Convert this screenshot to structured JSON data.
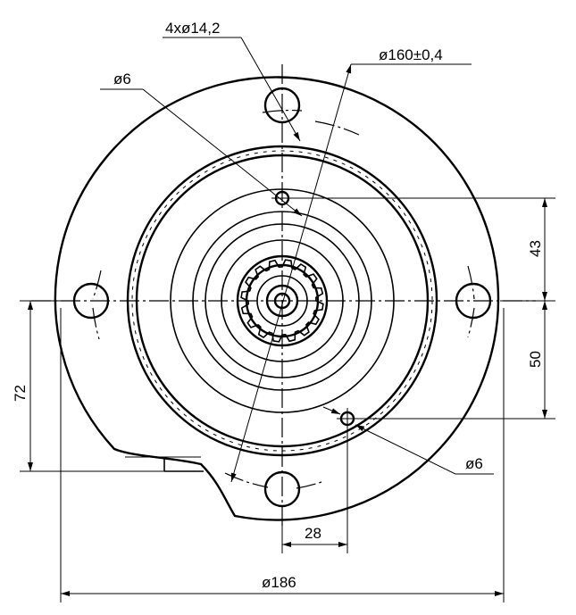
{
  "labels": {
    "bolt_holes": "4xø14,2",
    "pitch_circle": "ø160±0,4",
    "pin_top": "ø6",
    "pin_bottom": "ø6",
    "dim_43": "43",
    "dim_50": "50",
    "dim_72": "72",
    "dim_28": "28",
    "dim_186": "ø186"
  },
  "colors": {
    "line": "#000000",
    "background": "#ffffff"
  }
}
